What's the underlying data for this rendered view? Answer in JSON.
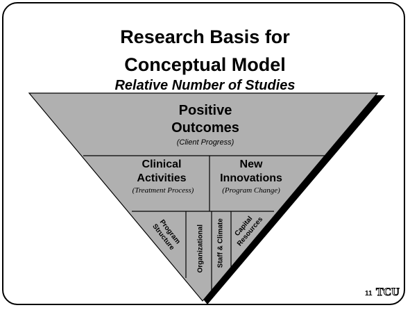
{
  "title": {
    "line1": "Research Basis for",
    "line2": "Conceptual Model",
    "subtitle": "Relative Number of Studies"
  },
  "pyramid": {
    "top": {
      "line1": "Positive",
      "line2": "Outcomes",
      "note": "(Client Progress)"
    },
    "middle_left": {
      "line1": "Clinical",
      "line2": "Activities",
      "note": "(Treatment Process)"
    },
    "middle_right": {
      "line1": "New",
      "line2": "Innovations",
      "note": "(Program Change)"
    },
    "bottom": {
      "program": {
        "line1": "Program",
        "line2": "Structure"
      },
      "organizational": {
        "line1": "Organizational"
      },
      "staff": {
        "line1": "Staff & Climate"
      },
      "capital": {
        "line1": "Capital",
        "line2": "Resources"
      }
    },
    "colors": {
      "fill": "#b0b0b0",
      "shadow": "#000000",
      "stroke": "#000000"
    }
  },
  "footer": {
    "page_number": "11",
    "logo": "TCU"
  }
}
